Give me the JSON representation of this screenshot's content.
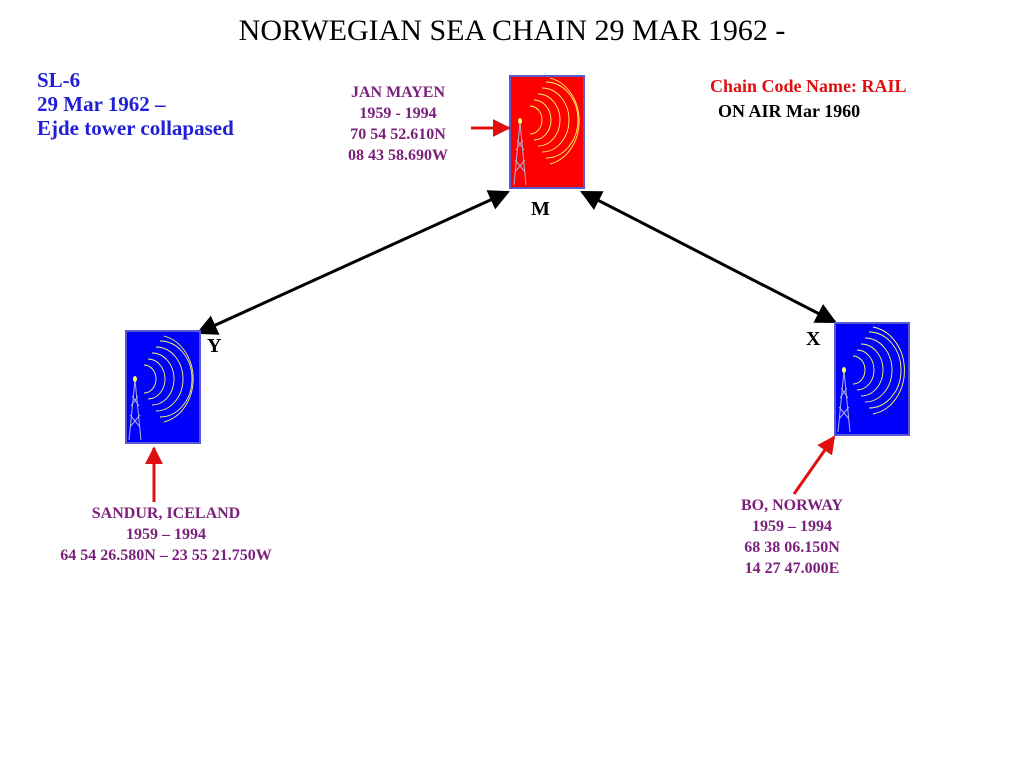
{
  "title": "NORWEGIAN SEA CHAIN 29 MAR 1962 -",
  "note": {
    "lines": [
      "SL-6",
      "29 Mar 1962 –",
      "Ejde tower collapased"
    ]
  },
  "chain_code": "Chain Code Name: RAIL",
  "on_air": "ON AIR Mar 1960",
  "stations": {
    "master": {
      "letter": "M",
      "lines": [
        "JAN MAYEN",
        "1959 - 1994",
        "70 54 52.610N",
        "08 43 58.690W"
      ]
    },
    "y": {
      "letter": "Y",
      "lines": [
        "SANDUR, ICELAND",
        "1959 – 1994",
        "64 54 26.580N – 23 55 21.750W"
      ]
    },
    "x": {
      "letter": "X",
      "lines": [
        "BO, NORWAY",
        "1959 – 1994",
        "68 38 06.150N",
        "14 27 47.000E"
      ]
    }
  },
  "icons": {
    "master": "radio-tower-icon",
    "secondary": "radio-tower-icon"
  },
  "colors": {
    "note_text": "#1f1fd6",
    "chain_code_text": "#e01010",
    "station_label_text": "#7a1f7a",
    "pointer_arrow": "#e01010",
    "master_fill": "#ff0000",
    "secondary_fill": "#0000ff",
    "box_border": "#5a5ad0",
    "signal_wave": "#ffff66",
    "baseline": "#000000"
  }
}
